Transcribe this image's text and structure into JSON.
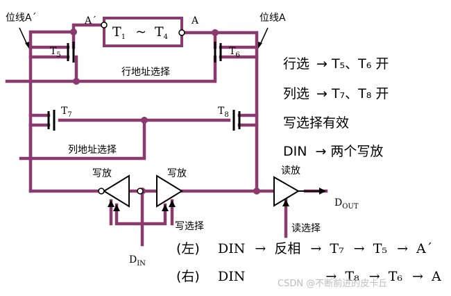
{
  "labels": {
    "bitline_left": "位线A´",
    "bitline_right": "位线A",
    "a_bar": "A´",
    "a": "A",
    "cell": {
      "main": "T",
      "sub1": "1",
      "tilde": "~",
      "main2": "T",
      "sub2": "4"
    },
    "t5": {
      "main": "T",
      "sub": "5"
    },
    "t6": {
      "main": "T",
      "sub": "6"
    },
    "t7": {
      "main": "T",
      "sub": "7"
    },
    "t8": {
      "main": "T",
      "sub": "8"
    },
    "row_select": "行地址选择",
    "col_select": "列地址选择",
    "write_amp_left": "写放",
    "write_amp_right": "写放",
    "write_select": "写选择",
    "din": {
      "main": "D",
      "sub": "IN"
    },
    "read_amp": "读放",
    "dout": {
      "main": "D",
      "sub": "OUT"
    },
    "read_select": "读选择"
  },
  "notes": [
    {
      "id": "row",
      "text": "行选",
      "arrow": "→",
      "target": "T₅、T₆ 开"
    },
    {
      "id": "col",
      "text": "列选",
      "arrow": "→",
      "target": "T₇、T₈ 开"
    },
    {
      "id": "write",
      "text": "写选择有效"
    },
    {
      "id": "din",
      "text": "DIN",
      "arrow": "→",
      "target": "两个写放"
    }
  ],
  "flows": {
    "left": {
      "tag": "(左)",
      "steps": [
        "DIN",
        "→",
        "反相",
        "→",
        "T₇",
        "→",
        "T₅",
        "→",
        "A´"
      ]
    },
    "right": {
      "tag": "(右)",
      "steps": [
        "DIN",
        "→",
        "T₈",
        "→",
        "T₆",
        "→",
        "A"
      ]
    }
  },
  "watermark": "CSDN @不断前进的皮卡丘"
}
